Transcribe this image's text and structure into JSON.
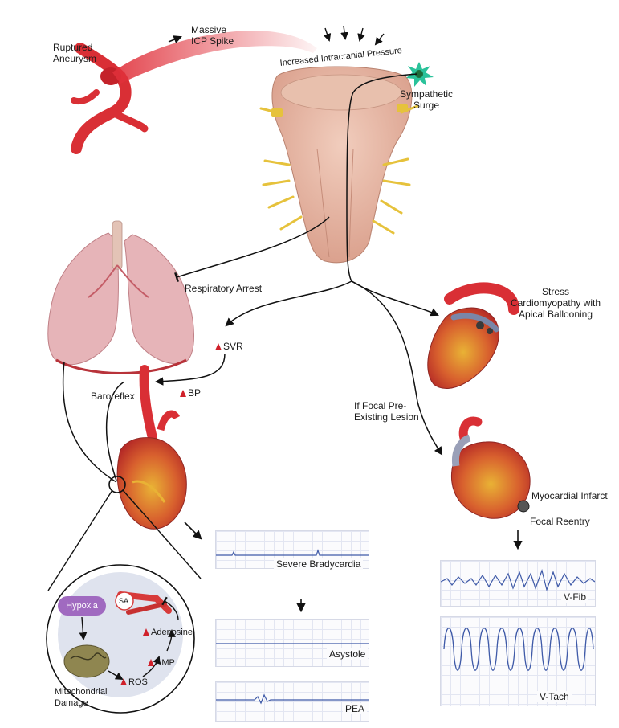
{
  "labels": {
    "ruptured_aneurysm": "Ruptured Aneurysm",
    "massive_icp_spike": "Massive ICP Spike",
    "increased_icp": "Increased Intracranial Pressure",
    "sympathetic_surge": "Sympathetic Surge",
    "respiratory_arrest": "Respiratory Arrest",
    "svr": "SVR",
    "bp": "BP",
    "baroreflex": "Baroreflex",
    "stress_cardiomyopathy": "Stress Cardiomyopathy with Apical Ballooning",
    "focal_lesion": "If Focal Pre-Existing Lesion",
    "myocardial_infarct": "Myocardial Infarct",
    "focal_reentry": "Focal Reentry",
    "sa": "SA",
    "hypoxia": "Hypoxia",
    "adenosine": "Adenosine",
    "amp": "AMP",
    "ros": "ROS",
    "mito_damage": "Mitochondrial Damage"
  },
  "ecg": {
    "severe_bradycardia": "Severe Bradycardia",
    "asystole": "Asystole",
    "pea": "PEA",
    "v_fib": "V-Fib",
    "v_tach": "V-Tach"
  },
  "colors": {
    "brainstem": "#e7b9a6",
    "nerve": "#e6c23c",
    "heart_red": "#c9302c",
    "heart_yellow": "#e9b235",
    "lung": "#e6b4b8",
    "artery": "#d92f35",
    "ecg_trace": "#3f5aa8",
    "hypoxia": "#a06ac0",
    "up_arrow": "#d0202a"
  }
}
